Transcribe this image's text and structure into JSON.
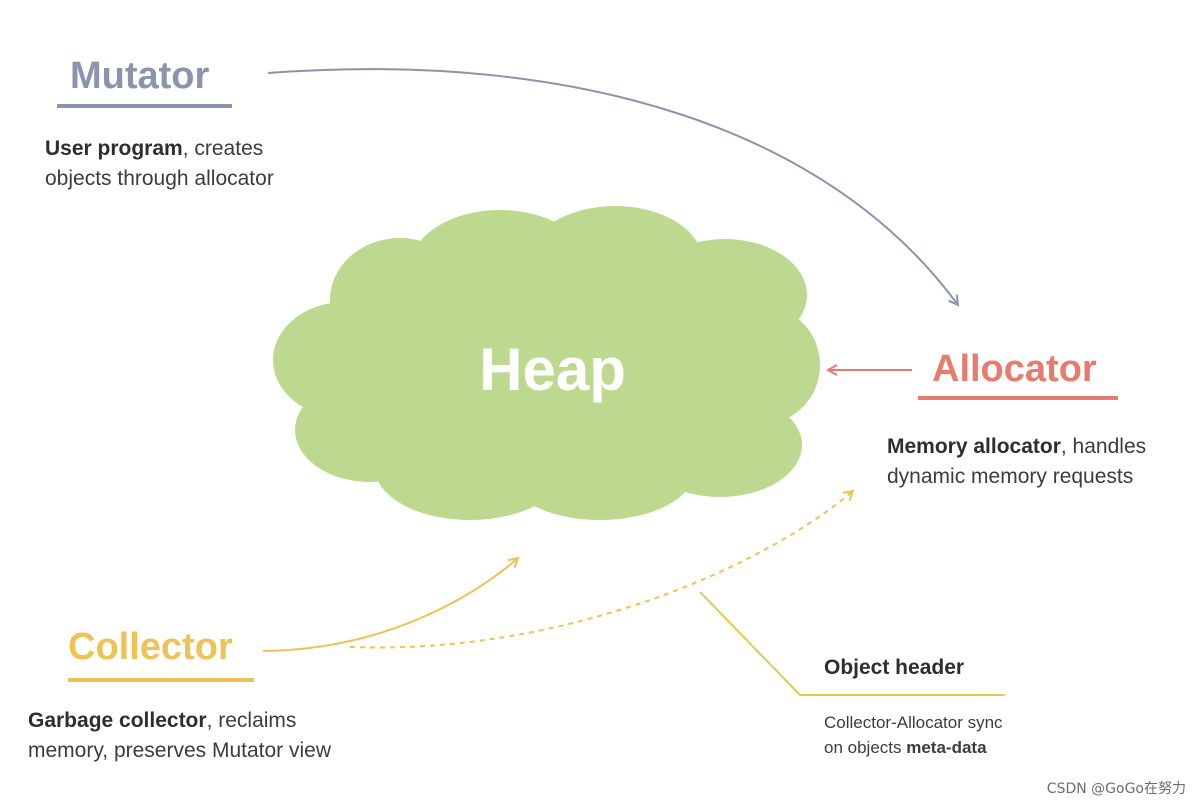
{
  "colors": {
    "mutator": "#8b93ad",
    "allocator": "#e87a6e",
    "collector": "#eec255",
    "heap": "#bcd98f",
    "object_header_line": "#e6c84e"
  },
  "heap": {
    "label": "Heap"
  },
  "mutator": {
    "title": "Mutator",
    "desc_bold": "User program",
    "desc_rest": ", creates",
    "desc_line2": "objects through allocator"
  },
  "allocator": {
    "title": "Allocator",
    "desc_bold": "Memory allocator",
    "desc_rest": ", handles",
    "desc_line2": "dynamic memory requests"
  },
  "collector": {
    "title": "Collector",
    "desc_bold": "Garbage collector",
    "desc_rest": ", reclaims",
    "desc_line2": "memory, preserves Mutator view"
  },
  "object_header": {
    "title": "Object header",
    "desc_line1": "Collector-Allocator sync",
    "desc_prefix": "on objects ",
    "desc_bold": "meta-data"
  },
  "watermark": "CSDN @GoGo在努力"
}
